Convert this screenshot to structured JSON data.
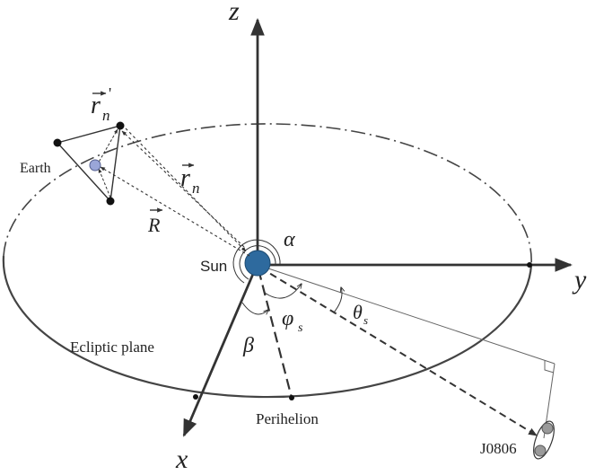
{
  "axes": {
    "x": "x",
    "y": "y",
    "z": "z"
  },
  "labels": {
    "sun": "Sun",
    "earth": "Earth",
    "ecliptic_plane": "Ecliptic plane",
    "perihelion": "Perihelion",
    "source": "J0806",
    "alpha": "α",
    "beta": "β",
    "phi": "φ",
    "phi_sub": "s",
    "theta": "θ",
    "theta_sub": "s",
    "r_prime": "r",
    "r_prime_sub": "n",
    "r_prime_mark": "'",
    "r_n": "r",
    "r_n_sub": "n",
    "R": "R"
  },
  "colors": {
    "sun": "#2e6a9e",
    "earth": "#9aa6d8",
    "line": "#333333",
    "source_dot": "#9a9a9a"
  }
}
